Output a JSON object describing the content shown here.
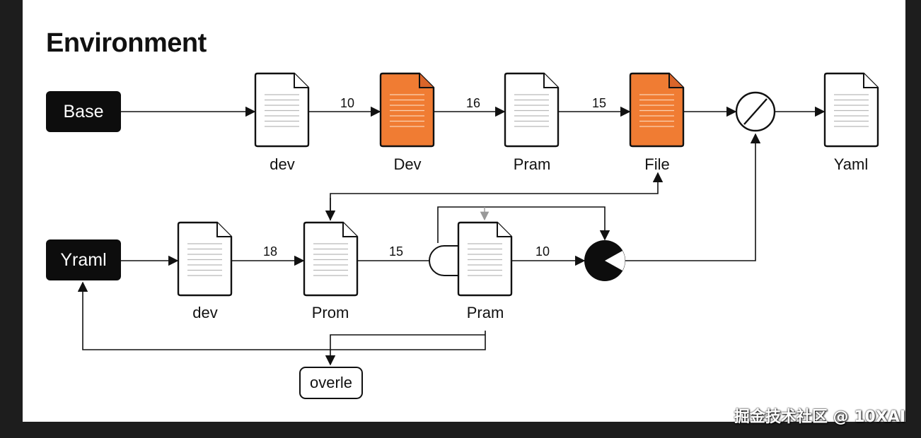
{
  "title": "Environment",
  "nodes": {
    "base": "Base",
    "yraml": "Yraml",
    "overle": "overle",
    "top_files": [
      "dev",
      "Dev",
      "Pram",
      "File"
    ],
    "bottom_files": [
      "dev",
      "Prom",
      "Pram"
    ],
    "output": "Yaml"
  },
  "edges": {
    "top": [
      "10",
      "16",
      "15"
    ],
    "bottom": [
      "18",
      "15",
      "10"
    ]
  },
  "colors": {
    "accent": "#f07c33",
    "ink": "#111111"
  },
  "icons": [
    "document-icon",
    "merge-circle-icon",
    "pie-circle-icon",
    "half-circle-connector-icon"
  ],
  "watermark": "掘金技术社区 @ 10XAI"
}
